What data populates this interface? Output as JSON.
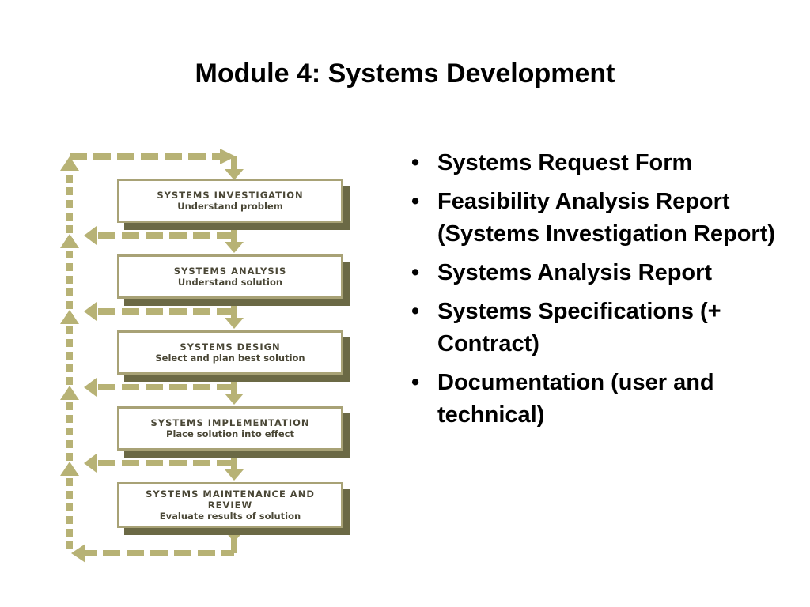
{
  "slide": {
    "title": "Module 4: Systems Development"
  },
  "diagram": {
    "stages": [
      {
        "title": "SYSTEMS INVESTIGATION",
        "subtitle": "Understand problem"
      },
      {
        "title": "SYSTEMS ANALYSIS",
        "subtitle": "Understand solution"
      },
      {
        "title": "SYSTEMS DESIGN",
        "subtitle": "Select and plan best solution"
      },
      {
        "title": "SYSTEMS IMPLEMENTATION",
        "subtitle": "Place solution into effect"
      },
      {
        "title": "SYSTEMS MAINTENANCE AND REVIEW",
        "subtitle": "Evaluate results of solution"
      }
    ],
    "colors": {
      "arrow": "#b7b275",
      "box_border": "#a8a276",
      "box_shadow": "#6b6945",
      "box_text": "#4a4736"
    }
  },
  "bullets": [
    "Systems Request Form",
    "Feasibility Analysis Report (Systems Investigation Report)",
    "Systems Analysis Report",
    "Systems Specifications (+ Contract)",
    "Documentation (user and technical)"
  ]
}
